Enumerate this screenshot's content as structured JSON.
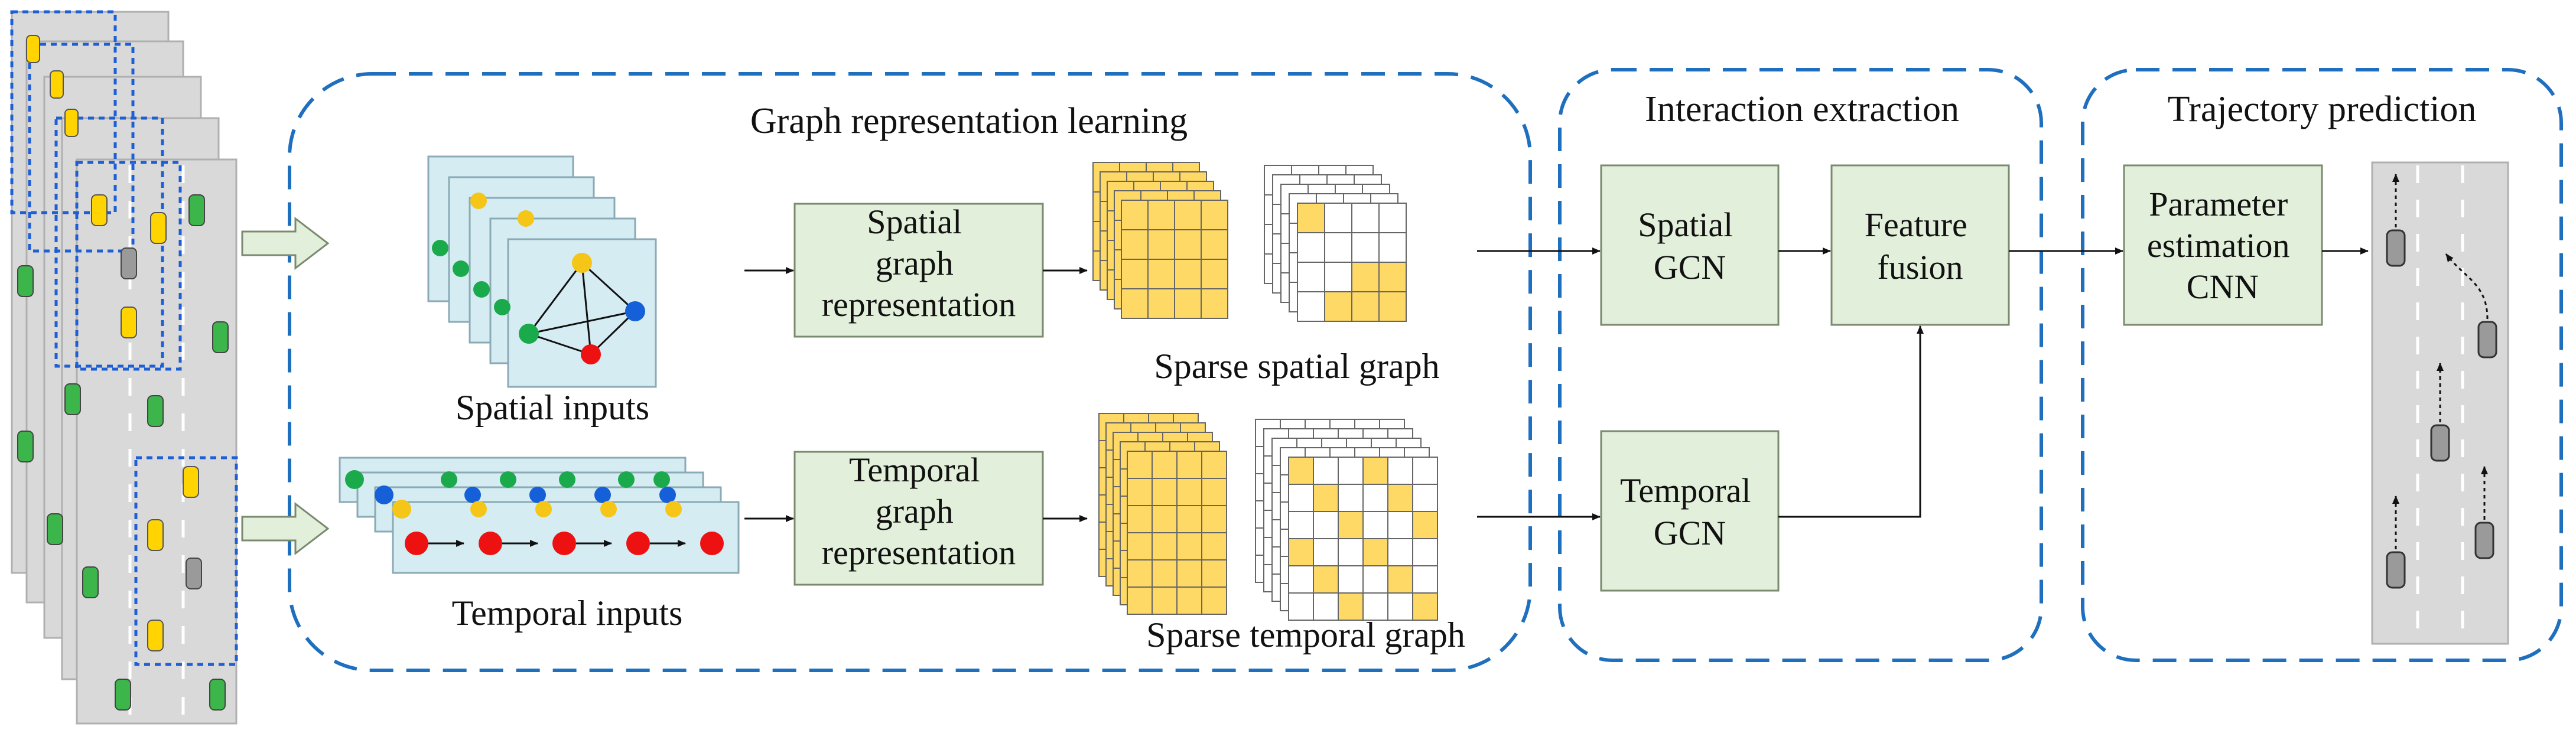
{
  "regions": {
    "graph_learning": {
      "title": "Graph representation learning"
    },
    "interaction": {
      "title": "Interaction extraction"
    },
    "prediction": {
      "title": "Trajectory prediction"
    }
  },
  "boxes": {
    "spatial_rep": {
      "lines": [
        "Spatial",
        "graph",
        "representation"
      ]
    },
    "temporal_rep": {
      "lines": [
        "Temporal",
        "graph",
        "representation"
      ]
    },
    "spatial_gcn": {
      "lines": [
        "Spatial",
        "GCN"
      ]
    },
    "temporal_gcn": {
      "lines": [
        "Temporal",
        "GCN"
      ]
    },
    "feature_fusion": {
      "lines": [
        "Feature",
        "fusion"
      ]
    },
    "param_cnn": {
      "lines": [
        "Parameter",
        "estimation",
        "CNN"
      ]
    }
  },
  "captions": {
    "spatial_inputs": "Spatial inputs",
    "temporal_inputs": "Temporal inputs",
    "sparse_spatial": "Sparse spatial graph",
    "sparse_temporal": "Sparse temporal graph"
  },
  "colors": {
    "region_border": "#1f6fbf",
    "box_fill": "#e2efda",
    "box_border": "#7a8a6f",
    "panel_fill": "#d4ecf2",
    "cell_yellow": "#ffd966",
    "road": "#d9d9d9",
    "car_green": "#3cb54a",
    "car_yellow": "#ffd400",
    "car_gray": "#9a9a9a",
    "node_green": "#1aaa4b",
    "node_blue": "#1560d8",
    "node_yellow": "#f5c518",
    "node_red": "#ee1111",
    "arrow_fill": "#e2efda"
  }
}
